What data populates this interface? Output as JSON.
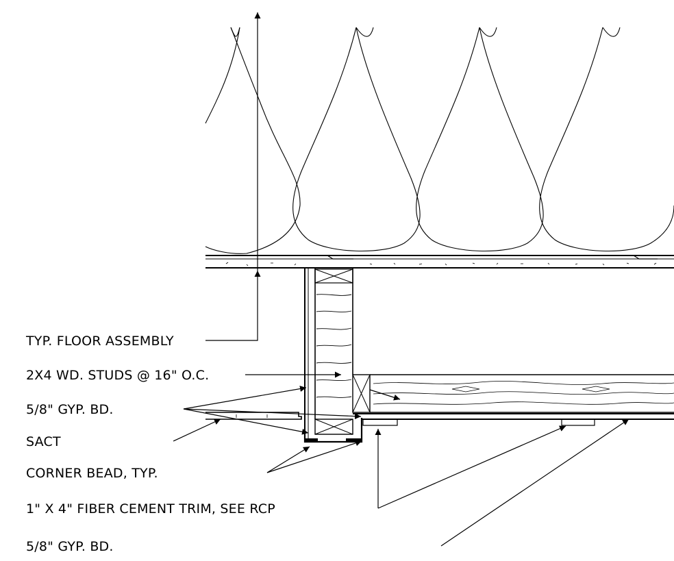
{
  "labels": {
    "floor_assembly": "TYP. FLOOR ASSEMBLY",
    "studs": "2X4 WD. STUDS @ 16\" O.C.",
    "gyp_bd_upper": "5/8\" GYP. BD.",
    "sact": "SACT",
    "corner_bead": "CORNER BEAD, TYP.",
    "fiber_cement_trim": "1\" X 4\" FIBER CEMENT TRIM, SEE RCP",
    "gyp_bd_lower": "5/8\" GYP. BD."
  }
}
